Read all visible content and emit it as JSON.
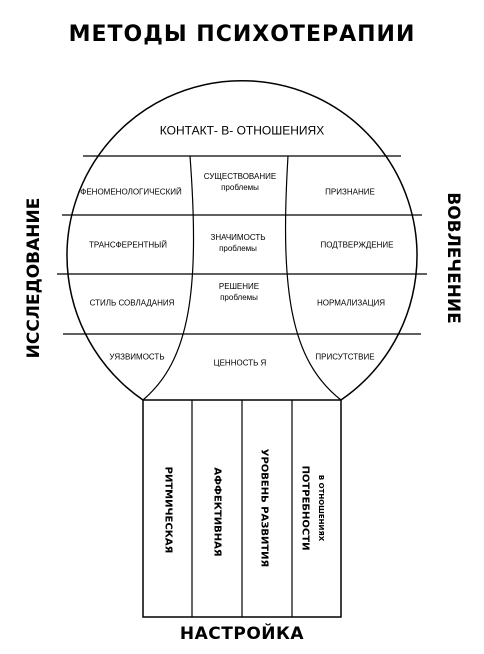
{
  "title": "МЕТОДЫ  ПСИХОТЕРАПИИ",
  "left_label": "ИССЛЕДОВАНИЕ",
  "right_label": "ВОВЛЕЧЕНИЕ",
  "bottom_label": "НАСТРОЙКА",
  "circle": {
    "top": "КОНТАКТ- В- ОТНОШЕНИЯХ",
    "left": [
      "ФЕНОМЕНОЛОГИЧЕСКИЙ",
      "ТРАНСФЕРЕНТНЫЙ",
      "СТИЛЬ СОВЛАДАНИЯ",
      "УЯЗВИМОСТЬ"
    ],
    "middle": [
      {
        "line1": "СУЩЕСТВОВАНИЕ",
        "line2": "проблемы"
      },
      {
        "line1": "ЗНАЧИМОСТЬ",
        "line2": "проблемы"
      },
      {
        "line1": "РЕШЕНИЕ",
        "line2": "проблемы"
      },
      {
        "line1": "ЦЕННОСТЬ Я",
        "line2": ""
      }
    ],
    "right": [
      "ПРИЗНАНИЕ",
      "ПОДТВЕРЖДЕНИЕ",
      "НОРМАЛИЗАЦИЯ",
      "ПРИСУТСТВИЕ"
    ]
  },
  "columns": [
    {
      "label": "РИТМИЧЕСКАЯ",
      "sub": ""
    },
    {
      "label": "АФФЕКТИВНАЯ",
      "sub": ""
    },
    {
      "label": "УРОВЕНЬ РАЗВИТИЯ",
      "sub": ""
    },
    {
      "label": "ПОТРЕБНОСТИ",
      "sub": "В ОТНОШЕНИЯХ"
    }
  ],
  "colors": {
    "line": "#000000",
    "background": "#ffffff"
  }
}
